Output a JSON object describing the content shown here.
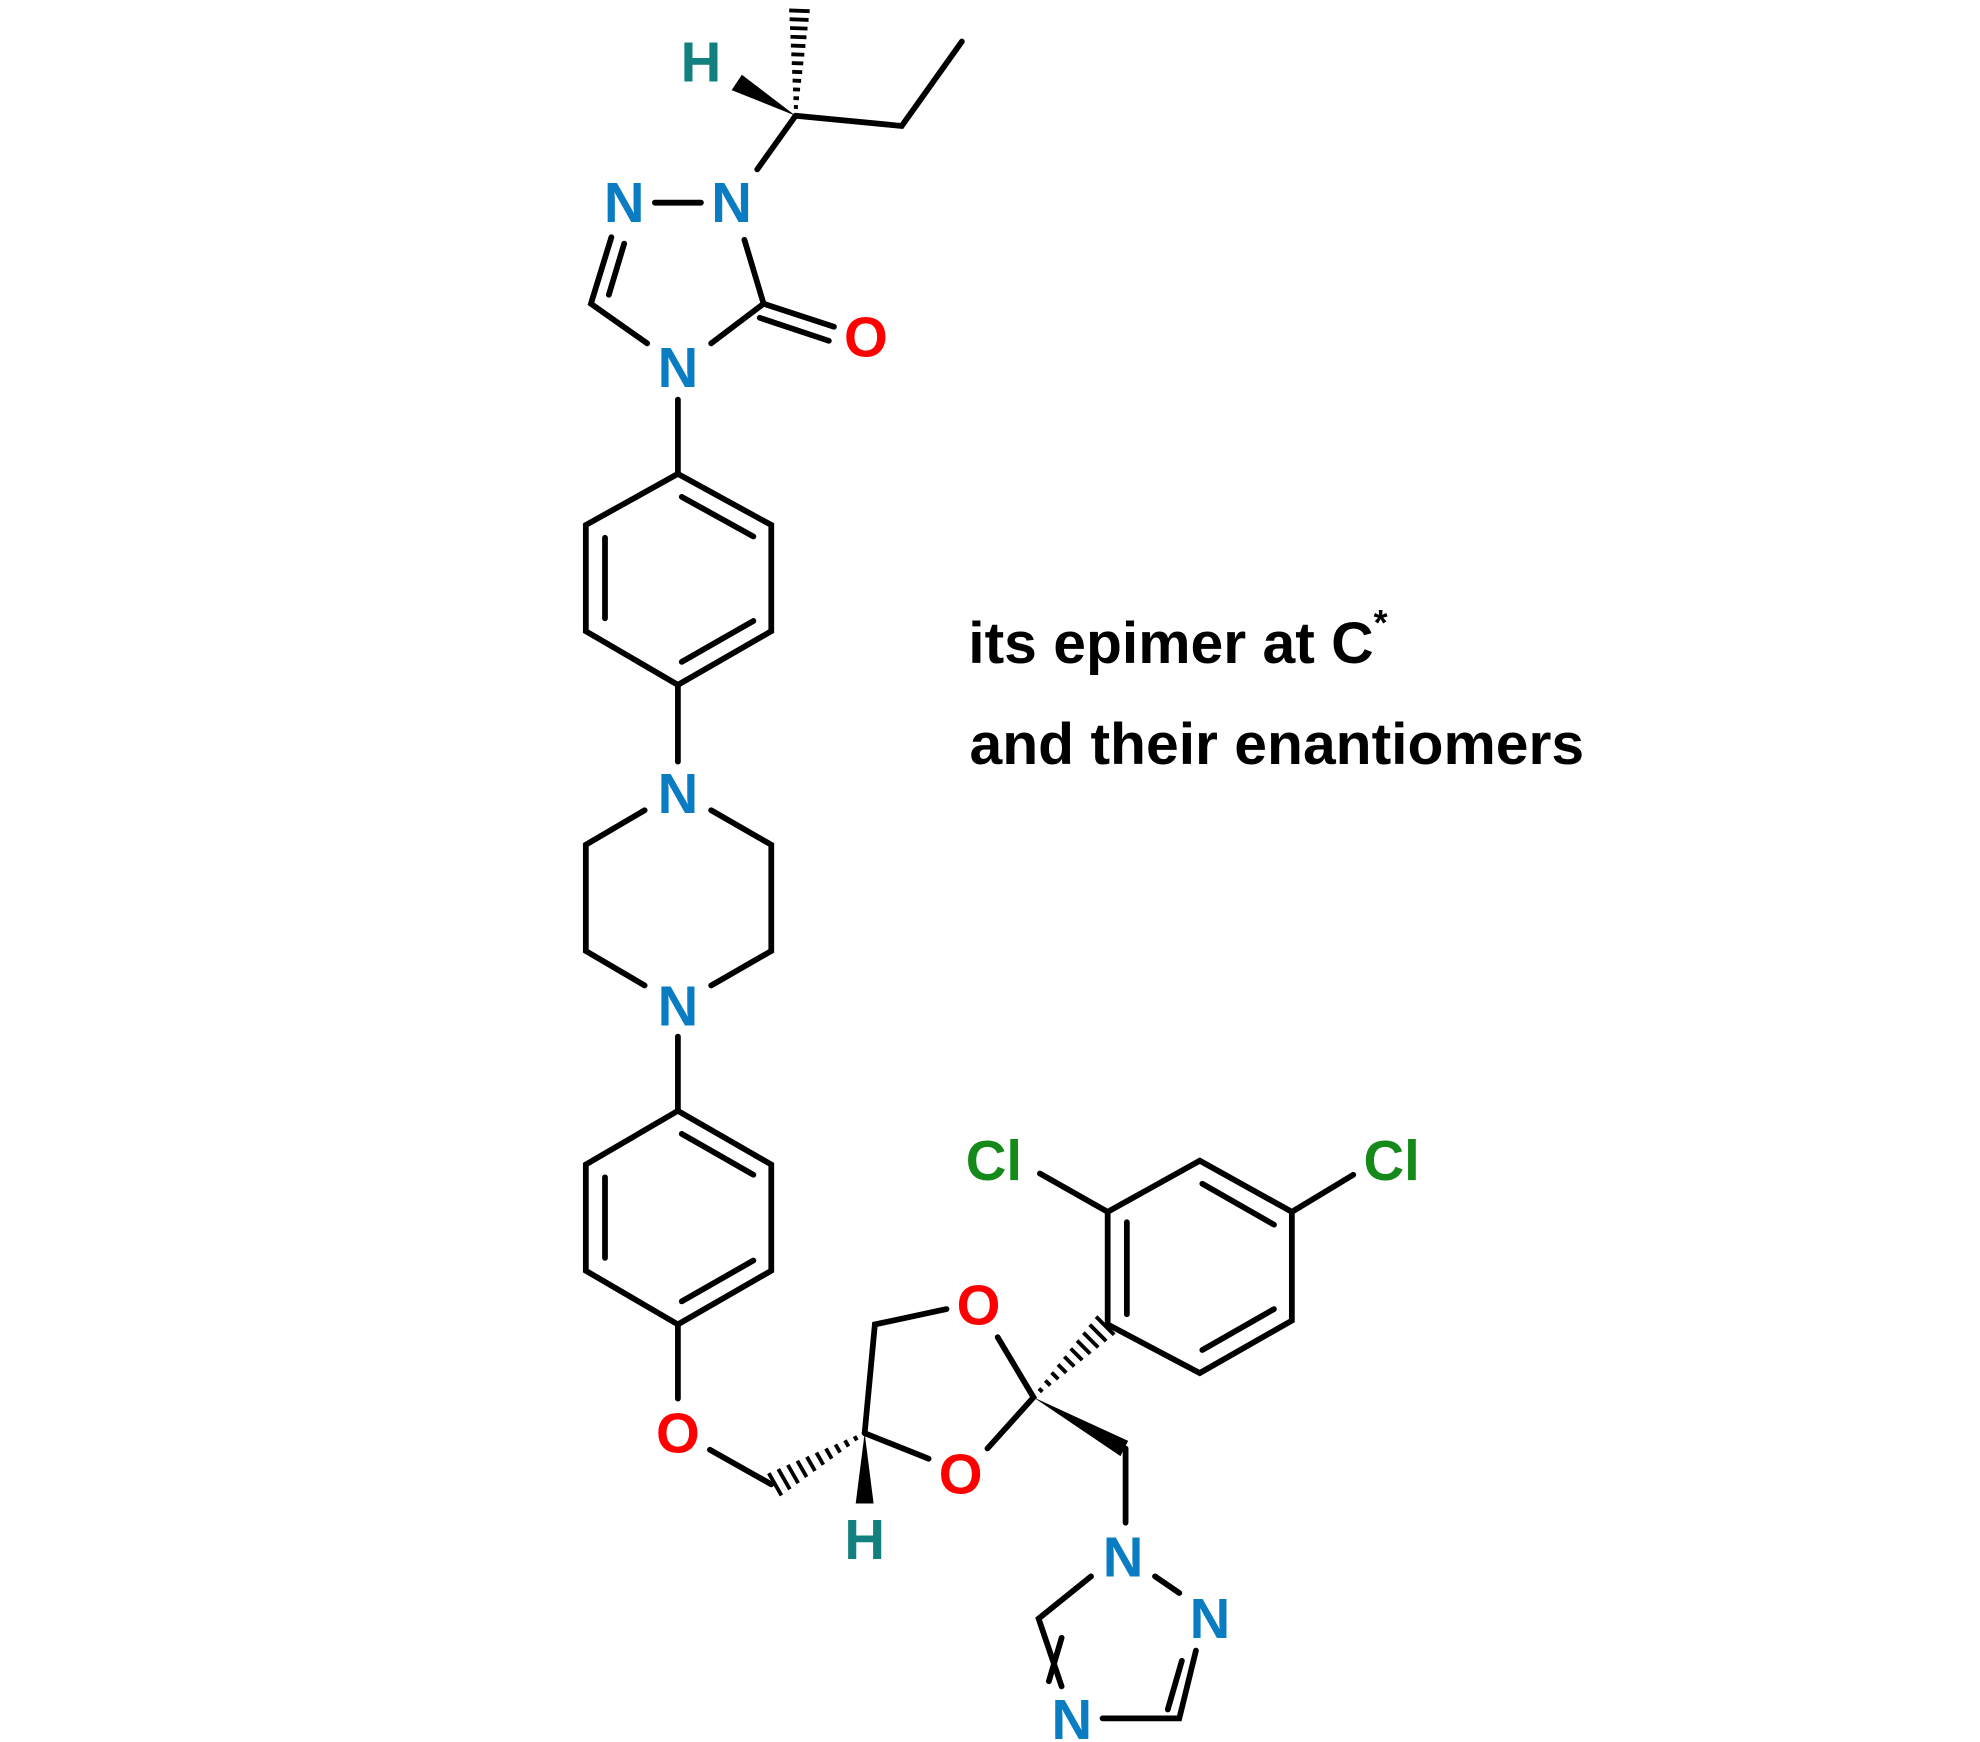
{
  "caption": {
    "line1": "its epimer at C",
    "line1_sup": "*",
    "line2": "and their enantiomers"
  },
  "atoms": {
    "h_top": "H",
    "n1": "N",
    "n2": "N",
    "n4": "N",
    "o_carbonyl": "O",
    "n_pip_top": "N",
    "n_pip_bottom": "N",
    "o_ether": "O",
    "o_diox_top": "O",
    "o_diox_bottom": "O",
    "h_bottom": "H",
    "cl_left": "Cl",
    "cl_right": "Cl",
    "n_tri_1": "N",
    "n_tri_2": "N",
    "n_tri_4": "N"
  },
  "colors": {
    "nitrogen": "#0a7dc2",
    "oxygen": "#ff0000",
    "chlorine": "#15891a",
    "hydrogen": "#138080"
  }
}
